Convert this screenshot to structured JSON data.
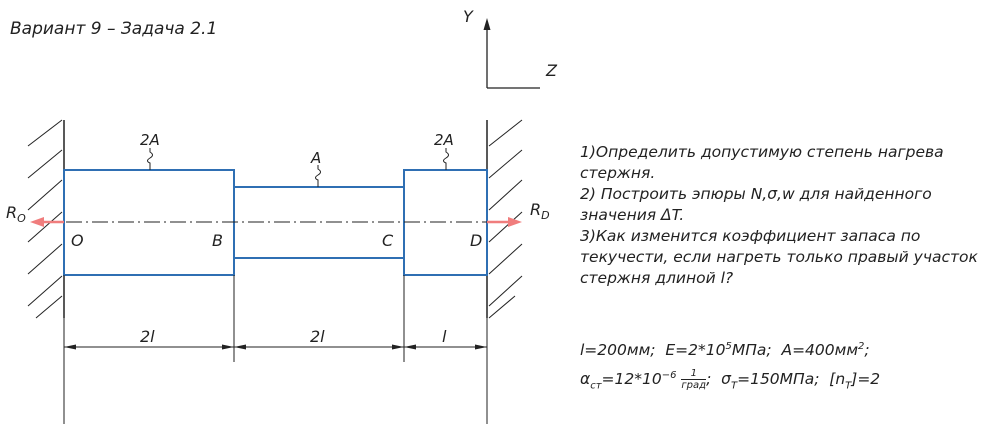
{
  "title": "Вариант 9 – Задача 2.1",
  "axes": {
    "y": "Y",
    "z": "Z"
  },
  "areas": {
    "left": "2A",
    "middle": "A",
    "right": "2A"
  },
  "reactions": {
    "left": "R",
    "left_sub": "O",
    "right": "R",
    "right_sub": "D"
  },
  "points": {
    "o": "O",
    "b": "B",
    "c": "C",
    "d": "D"
  },
  "dimensions": {
    "first": "2l",
    "second": "2l",
    "third": "l"
  },
  "tasks": [
    "1)Определить допустимую степень нагрева стержня.",
    "2) Построить эпюры N,σ,w для найденного значения ΔT.",
    "3)Как изменится коэффициент запаса по текучести, если нагреть только правый участок стержня длиной l?"
  ],
  "params": {
    "l": "l=200мм;",
    "e_pre": "E=2*10",
    "e_exp": "5",
    "e_unit": "МПа;",
    "a_pre": "A=400мм",
    "a_exp": "2",
    "a_end": ";",
    "alpha_sym": "α",
    "alpha_sub": "ст",
    "alpha_pre": "=12*10",
    "alpha_exp": "−6",
    "frac_num": "1",
    "frac_den": "град",
    "sigma_sym": "σ",
    "sigma_sub": "T",
    "sigma_val": "=150МПа;",
    "nt_open": "[n",
    "nt_sub": "T",
    "nt_close": "]=2"
  },
  "colors": {
    "bar": "#2f6fb3",
    "reaction_arrow": "#f07d7d",
    "ink": "#222222"
  }
}
